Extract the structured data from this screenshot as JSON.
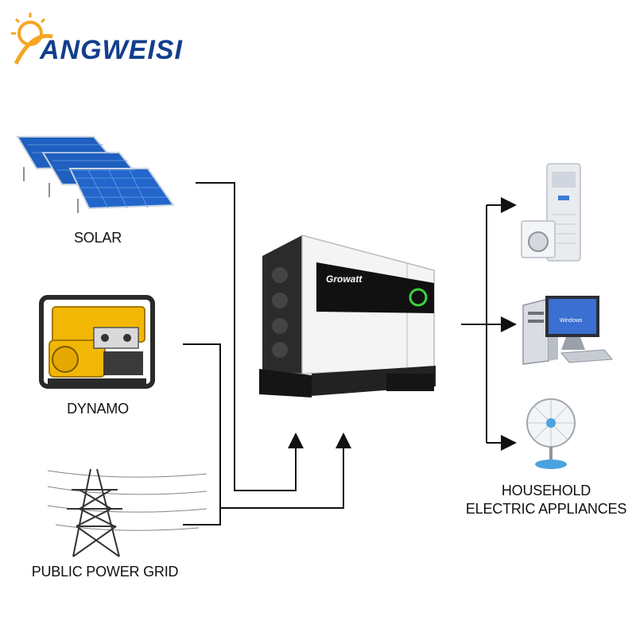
{
  "brand": {
    "logo_text": "ANGWEISI",
    "logo_sun_color": "#f5a623",
    "logo_text_color": "#123e8c"
  },
  "sources": {
    "solar": "SOLAR",
    "dynamo": "DYNAMO",
    "grid": "PUBLIC POWER GRID"
  },
  "inverter": {
    "brand_label": "Growatt",
    "display_color": "#3ed13e"
  },
  "appliances": {
    "label_line1": "HOUSEHOLD",
    "label_line2": "ELECTRIC APPLIANCES",
    "monitor_text": "Windows"
  },
  "colors": {
    "line": "#111111",
    "panel_blue": "#1f5fbf",
    "generator_yellow": "#f2b705"
  }
}
